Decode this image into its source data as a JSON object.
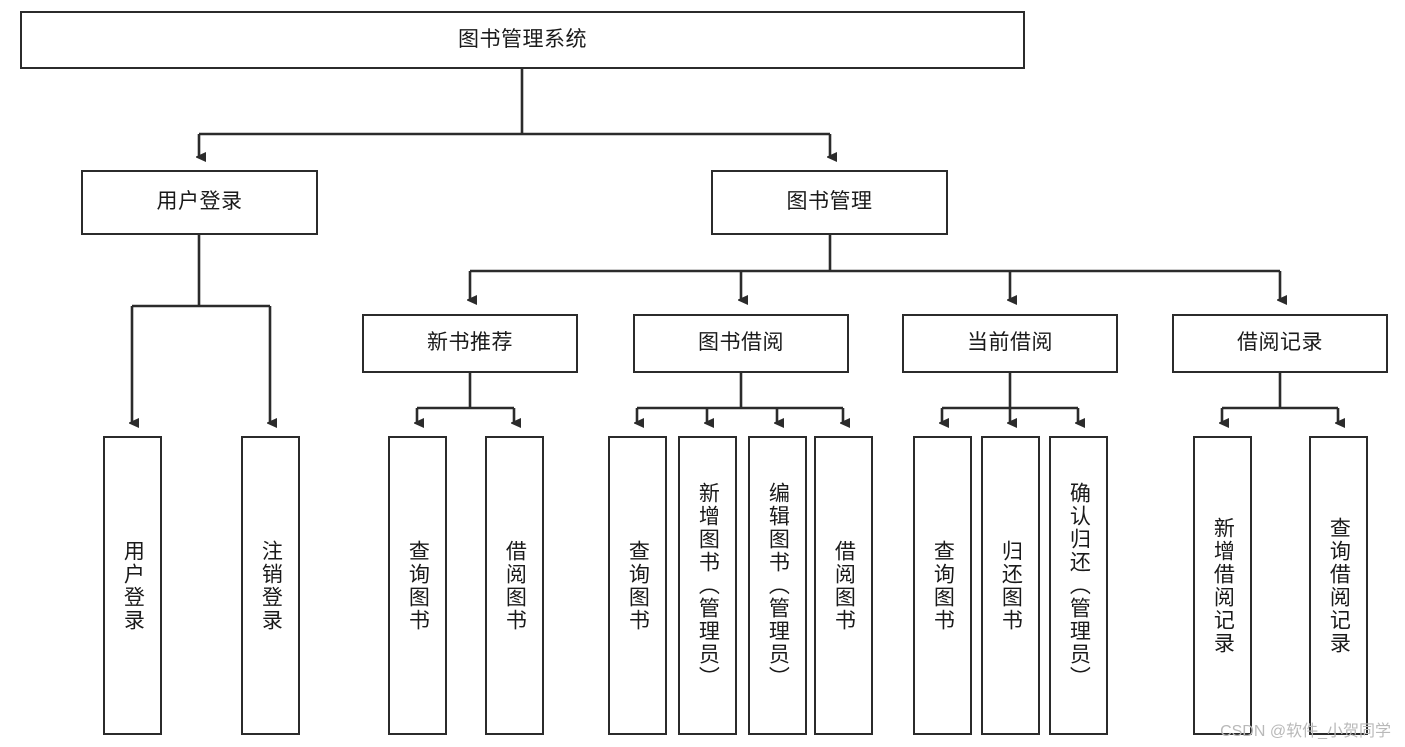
{
  "diagram": {
    "type": "hierarchy-tree",
    "title": "图书管理系统",
    "root": {
      "id": "root",
      "label": "图书管理系统"
    },
    "level1": [
      {
        "id": "user-login",
        "label": "用户登录"
      },
      {
        "id": "book-manage",
        "label": "图书管理"
      }
    ],
    "level2": [
      {
        "id": "new-book-recommend",
        "label": "新书推荐",
        "parent": "book-manage"
      },
      {
        "id": "book-borrow",
        "label": "图书借阅",
        "parent": "book-manage"
      },
      {
        "id": "current-borrow",
        "label": "当前借阅",
        "parent": "book-manage"
      },
      {
        "id": "borrow-record",
        "label": "借阅记录",
        "parent": "book-manage"
      }
    ],
    "leaves": [
      {
        "id": "leaf-user-login",
        "label": "用户登录",
        "parent": "user-login"
      },
      {
        "id": "leaf-logout",
        "label": "注销登录",
        "parent": "user-login"
      },
      {
        "id": "leaf-query-book-1",
        "label": "查询图书",
        "parent": "new-book-recommend"
      },
      {
        "id": "leaf-borrow-book-1",
        "label": "借阅图书",
        "parent": "new-book-recommend"
      },
      {
        "id": "leaf-query-book-2",
        "label": "查询图书",
        "parent": "book-borrow"
      },
      {
        "id": "leaf-add-book",
        "label": "新增图书（管理员）",
        "parent": "book-borrow"
      },
      {
        "id": "leaf-edit-book",
        "label": "编辑图书（管理员）",
        "parent": "book-borrow"
      },
      {
        "id": "leaf-borrow-book-2",
        "label": "借阅图书",
        "parent": "book-borrow"
      },
      {
        "id": "leaf-query-book-3",
        "label": "查询图书",
        "parent": "current-borrow"
      },
      {
        "id": "leaf-return-book",
        "label": "归还图书",
        "parent": "current-borrow"
      },
      {
        "id": "leaf-confirm-return",
        "label": "确认归还（管理员）",
        "parent": "current-borrow"
      },
      {
        "id": "leaf-add-record",
        "label": "新增借阅记录",
        "parent": "borrow-record"
      },
      {
        "id": "leaf-query-record",
        "label": "查询借阅记录",
        "parent": "borrow-record"
      }
    ],
    "colors": {
      "stroke": "#2b2b2b",
      "fill": "#ffffff",
      "text": "#1a1a1a",
      "watermark": "#b9b9b9"
    }
  },
  "watermark": {
    "text": "CSDN @软件_小贺同学"
  }
}
